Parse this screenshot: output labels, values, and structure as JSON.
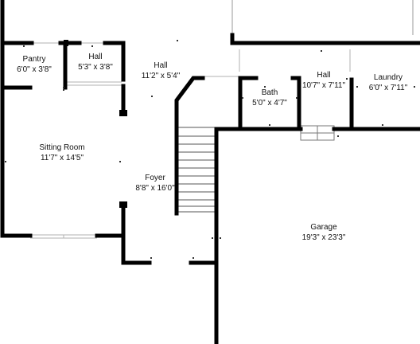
{
  "colors": {
    "wall": "#000000",
    "thin_line": "#9a9a9a",
    "text": "#111111",
    "background": "#ffffff"
  },
  "rooms": {
    "pantry": {
      "name": "Pantry",
      "dims": "6'0\" x 3'8\""
    },
    "hall_small": {
      "name": "Hall",
      "dims": "5'3\" x 3'8\""
    },
    "hall_upper": {
      "name": "Hall",
      "dims": "11'2\" x 5'4\""
    },
    "sitting_room": {
      "name": "Sitting Room",
      "dims": "11'7\" x 14'5\""
    },
    "foyer": {
      "name": "Foyer",
      "dims": "8'8\" x 16'0\""
    },
    "bath": {
      "name": "Bath",
      "dims": "5'0\" x 4'7\""
    },
    "hall_right": {
      "name": "Hall",
      "dims": "10'7\" x 7'11\""
    },
    "laundry": {
      "name": "Laundry",
      "dims": "6'0\" x 7'11\""
    },
    "garage": {
      "name": "Garage",
      "dims": "19'3\" x 23'3\""
    }
  }
}
